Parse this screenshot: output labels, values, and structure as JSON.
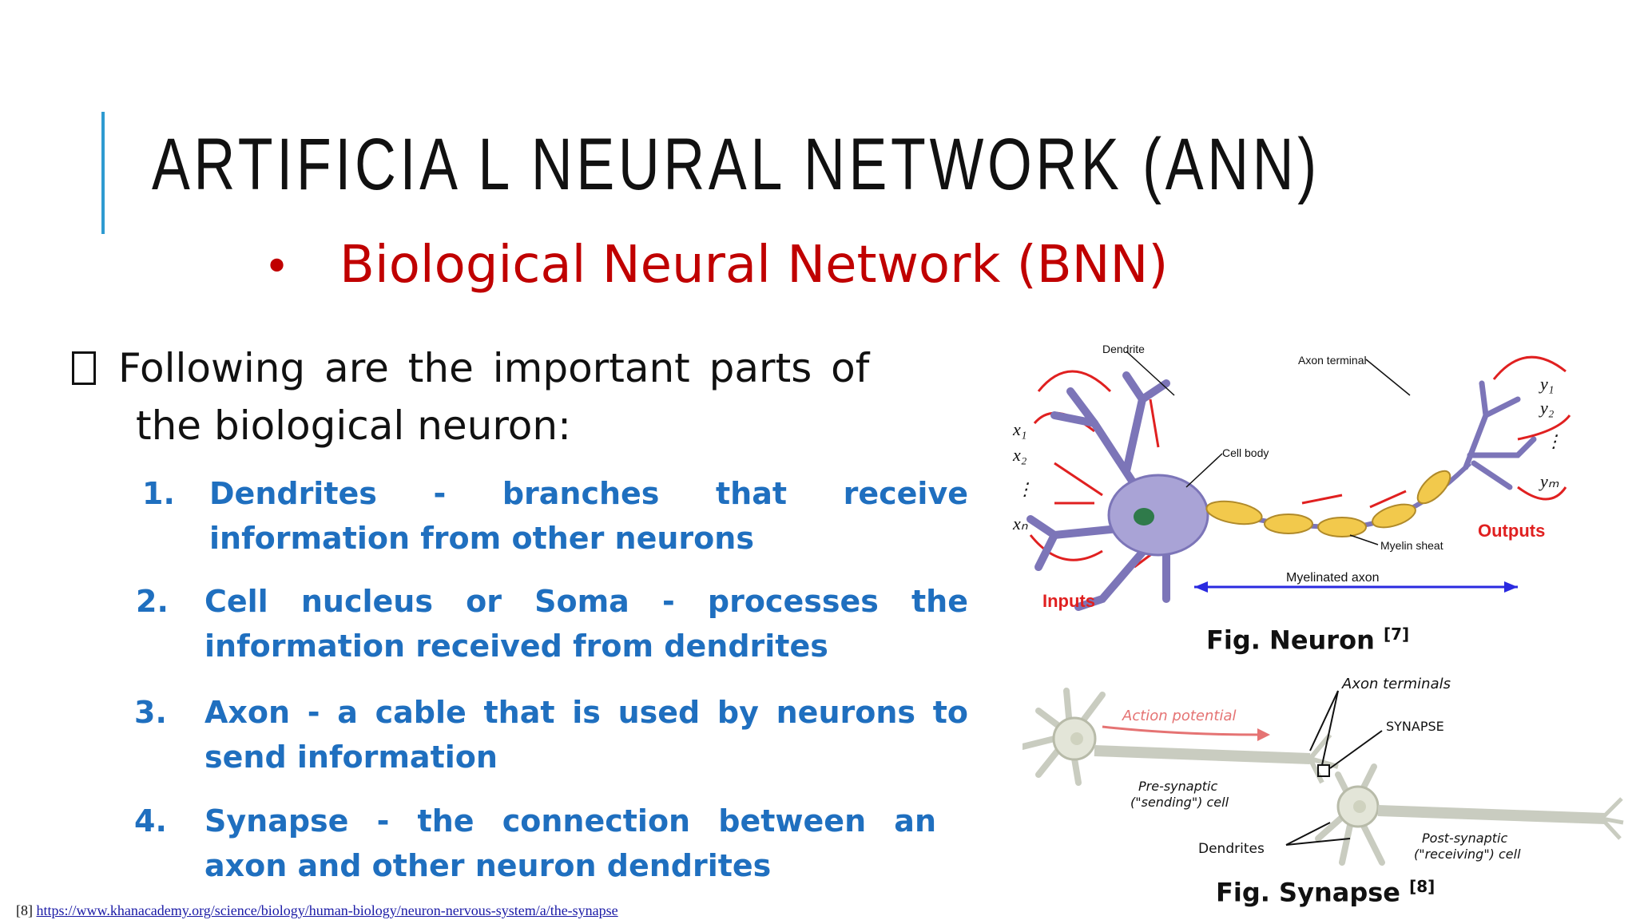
{
  "slide": {
    "title": "ARTIFICIA L NEURAL  NETWORK  (ANN)",
    "subtitle_bullet": "•",
    "subtitle": "Biological Neural Network (BNN)",
    "intro_line1": "Following  are  the  important  parts  of",
    "intro_line2": "the biological neuron:",
    "items": [
      {
        "num": "1.",
        "text": "Dendrites - branches that receive information from other neurons"
      },
      {
        "num": "2.",
        "text": "Cell nucleus or Soma - processes the information received from dendrites"
      },
      {
        "num": "3.",
        "text": "Axon - a cable that is used by neurons to send information"
      },
      {
        "num": "4.",
        "text": "Synapse - the connection between an axon and other neuron dendrites"
      }
    ],
    "footnote_ref": "[8]",
    "footnote_url": "https://www.khanacademy.org/science/biology/human-biology/neuron-nervous-system/a/the-synapse"
  },
  "neuron_figure": {
    "caption": "Fig. Neuron",
    "caption_ref": "[7]",
    "labels": {
      "dendrite": "Dendrite",
      "axon_terminal": "Axon terminal",
      "cell_body": "Cell body",
      "myelin_sheat": "Myelin sheat",
      "myelinated_axon": "Myelinated axon",
      "inputs": "Inputs",
      "outputs": "Outputs",
      "x1": "x₁",
      "x2": "x₂",
      "xdots": "⋮",
      "xn": "xₙ",
      "y1": "y₁",
      "y2": "y₂",
      "ydots": "⋮",
      "ym": "yₘ"
    }
  },
  "synapse_figure": {
    "caption": "Fig. Synapse",
    "caption_ref": "[8]",
    "labels": {
      "axon_terminals": "Axon terminals",
      "action_potential": "Action potential",
      "synapse": "SYNAPSE",
      "pre_synaptic_1": "Pre-synaptic",
      "pre_synaptic_2": "(\"sending\") cell",
      "dendrites": "Dendrites",
      "post_synaptic_1": "Post-synaptic",
      "post_synaptic_2": "(\"receiving\") cell"
    }
  },
  "colors": {
    "accent": "#2e9bd1",
    "subtitle": "#c00000",
    "item_text": "#1f6fbf",
    "neuron_body": "#a9a3d6",
    "myelin": "#f2c94c",
    "arrow_red": "#e02020",
    "axon_arrow": "#2a2ae0",
    "label_red": "#e02020"
  }
}
